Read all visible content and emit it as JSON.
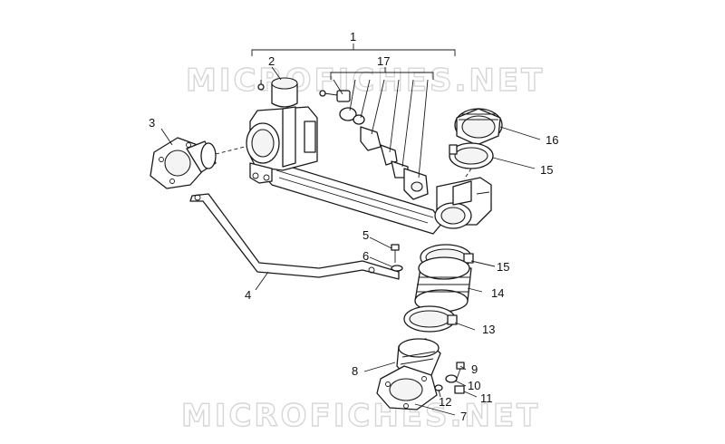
{
  "watermark": "MICROFICHES.NET",
  "callouts": {
    "c1": "1",
    "c2": "2",
    "c3": "3",
    "c4": "4",
    "c5": "5",
    "c6": "6",
    "c7": "7",
    "c8": "8",
    "c9": "9",
    "c10": "10",
    "c11": "11",
    "c12": "12",
    "c13": "13",
    "c14": "14",
    "c15a": "15",
    "c15b": "15",
    "c16": "16",
    "c17": "17"
  }
}
